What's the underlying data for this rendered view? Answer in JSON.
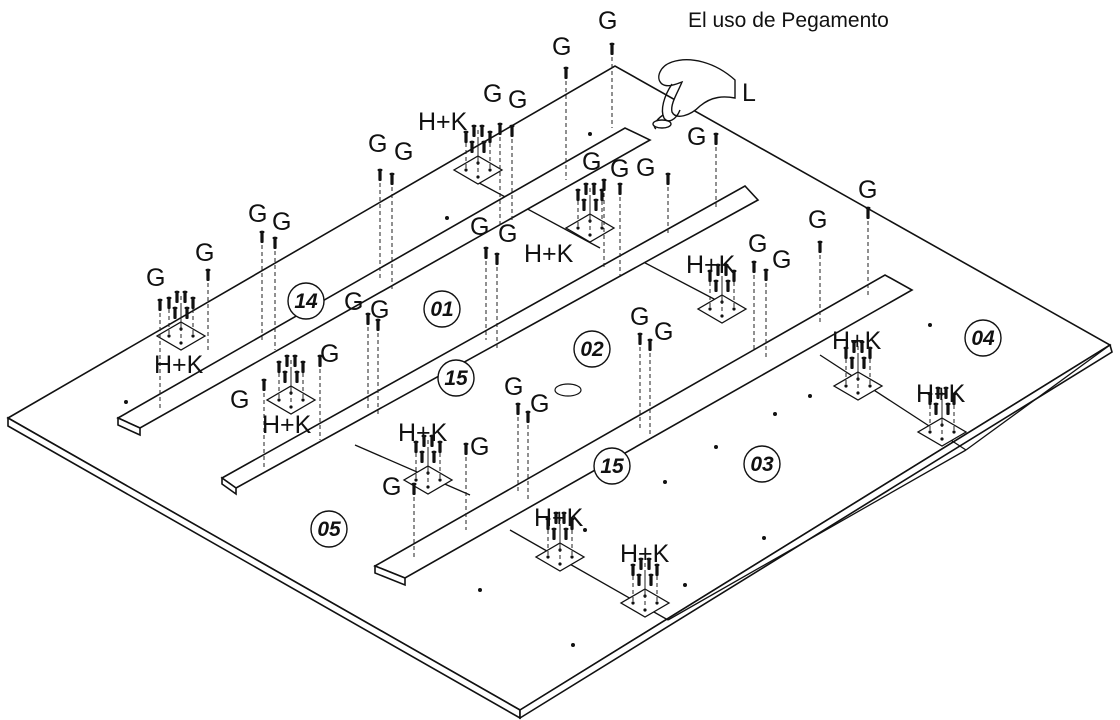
{
  "header": {
    "glue_note": "El uso de Pegamento"
  },
  "hardware": {
    "screw": "G",
    "bracket": "H+K",
    "glue": "L"
  },
  "parts": {
    "p01": "01",
    "p02": "02",
    "p03": "03",
    "p04": "04",
    "p05": "05",
    "p14": "14",
    "p15": "15"
  },
  "icons": [
    "hand-glue-icon",
    "screw-icon",
    "corner-bracket-icon",
    "cable-hole-icon"
  ],
  "colors": {
    "line": "#111111",
    "background": "#ffffff"
  }
}
